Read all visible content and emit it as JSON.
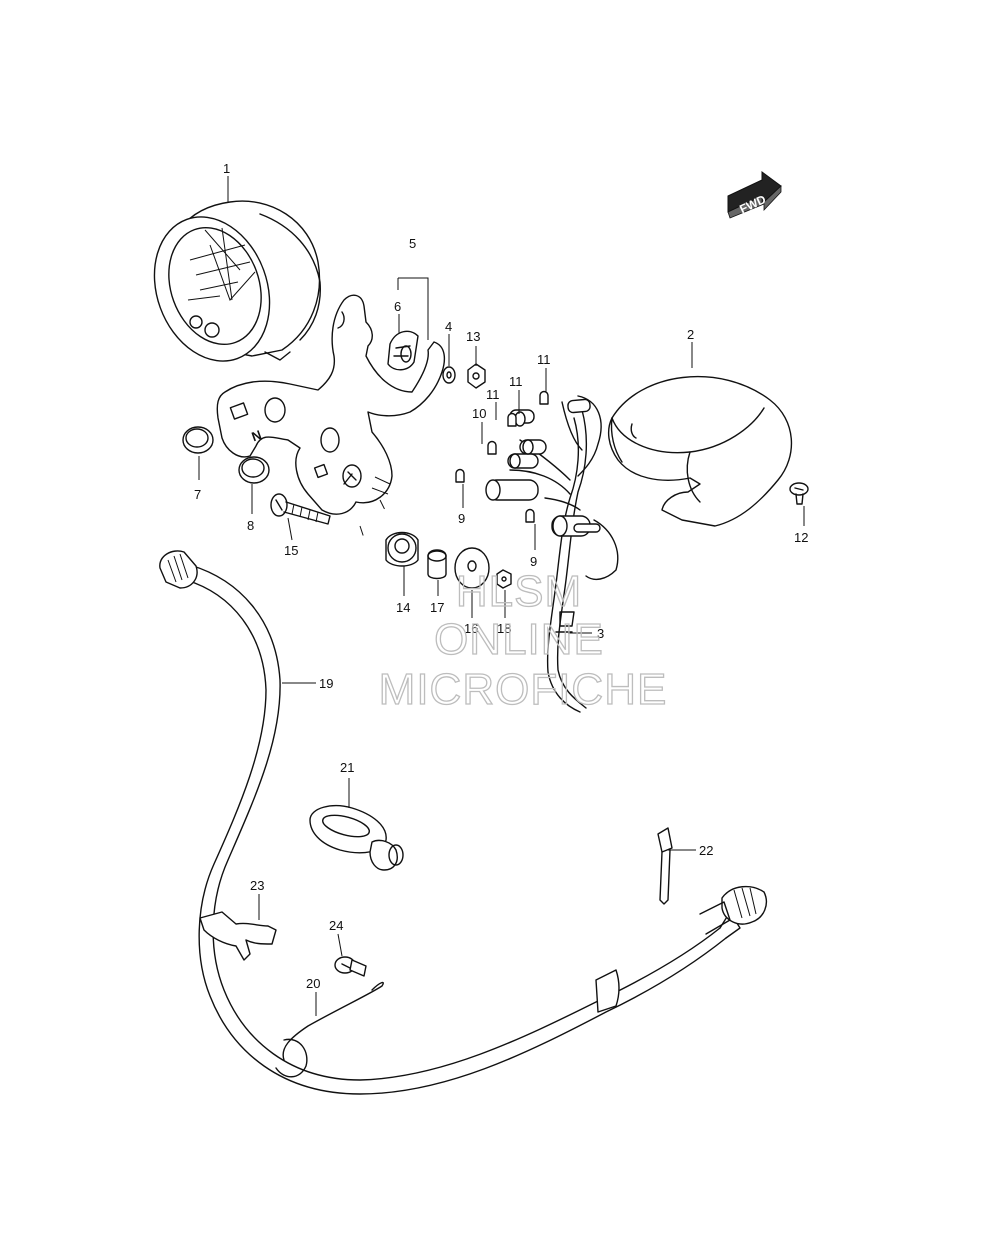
{
  "callouts": {
    "c1": "1",
    "c2": "2",
    "c3": "3",
    "c4": "4",
    "c5": "5",
    "c6": "6",
    "c7": "7",
    "c8": "8",
    "c9a": "9",
    "c9b": "9",
    "c10": "10",
    "c11a": "11",
    "c11b": "11",
    "c11c": "11",
    "c12": "12",
    "c13": "13",
    "c14": "14",
    "c15": "15",
    "c16": "16",
    "c17": "17",
    "c18": "18",
    "c19": "19",
    "c20": "20",
    "c21": "21",
    "c22": "22",
    "c23": "23",
    "c24": "24"
  },
  "fwd_arrow": {
    "text": "FWD"
  },
  "watermark": {
    "line1": "HLSM",
    "line2": "ONLINE",
    "line3": "MICROFICHE"
  }
}
